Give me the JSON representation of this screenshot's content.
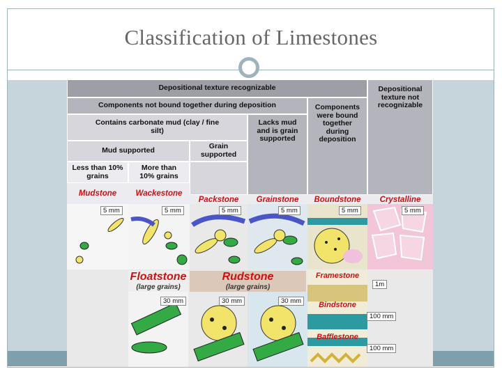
{
  "slide": {
    "title": "Classification of Limestones"
  },
  "header": {
    "recognizable": "Depositional texture recognizable",
    "not_recognizable": "Depositional texture not recognizable",
    "not_bound": "Components not bound together during deposition",
    "bound": "Components were bound together during deposition",
    "contains_mud": "Contains carbonate mud (clay / fine silt)",
    "lacks_mud": "Lacks mud and is grain supported",
    "mud_supported": "Mud supported",
    "grain_supported": "Grain supported",
    "less_than": "Less than 10% grains",
    "more_than": "More than 10% grains"
  },
  "rocks": {
    "mudstone": "Mudstone",
    "wackestone": "Wackestone",
    "packstone": "Packstone",
    "grainstone": "Grainstone",
    "boundstone": "Boundstone",
    "crystalline": "Crystalline"
  },
  "large_grains": {
    "floatstone": "Floatstone",
    "rudstone": "Rudstone",
    "qualifier": "(large grains)",
    "framestone": "Framestone",
    "bindstone": "Bindstone",
    "bafflestone": "Bafflestone"
  },
  "scales": {
    "five_mm": "5 mm",
    "thirty_mm": "30 mm",
    "one_m": "1m",
    "hundred_mm": "100 mm"
  }
}
